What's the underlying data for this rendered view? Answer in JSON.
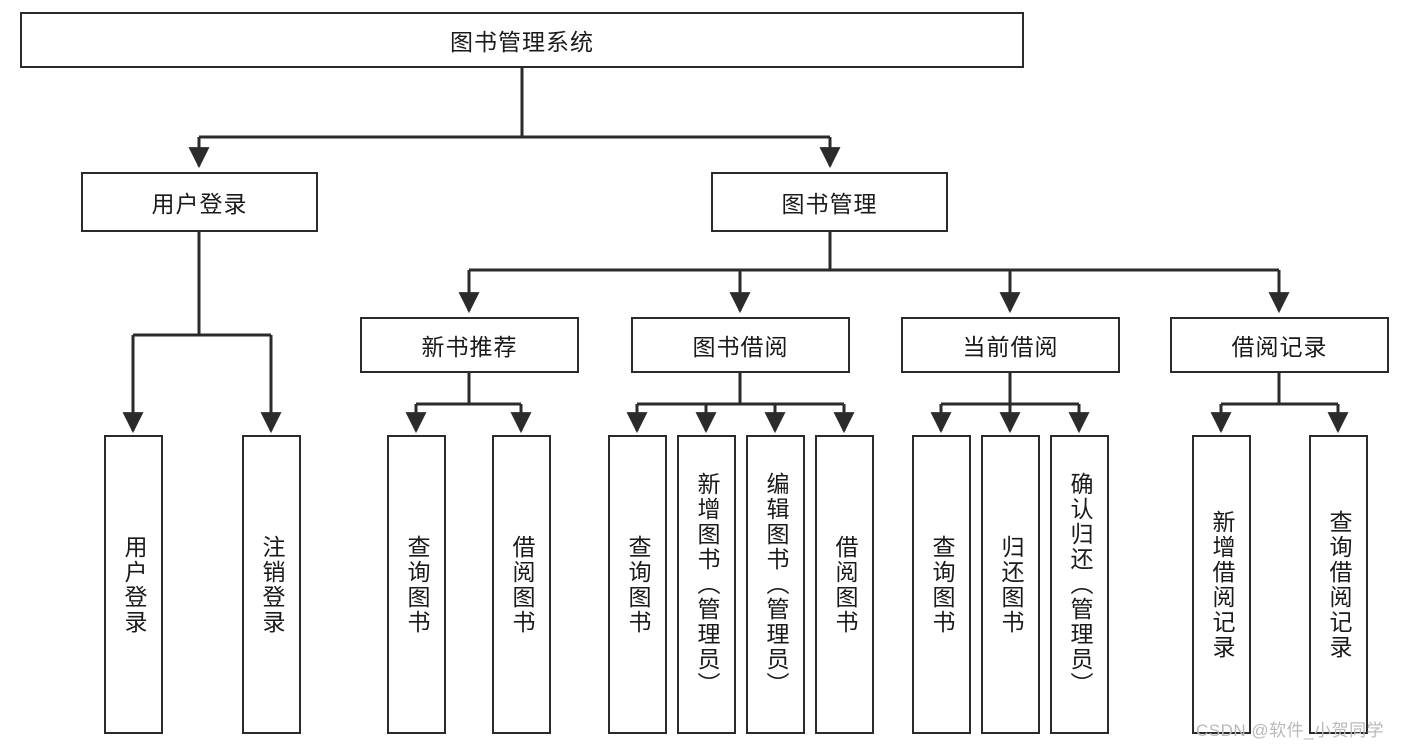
{
  "diagram": {
    "title": "图书管理系统",
    "type": "hierarchy-tree",
    "background_color": "#ffffff",
    "line_color": "#2b2b2b",
    "text_color": "#1a1a1a",
    "root": {
      "label": "图书管理系统"
    },
    "level2": [
      {
        "label": "用户登录"
      },
      {
        "label": "图书管理"
      }
    ],
    "level3": [
      {
        "label": "新书推荐"
      },
      {
        "label": "图书借阅"
      },
      {
        "label": "当前借阅"
      },
      {
        "label": "借阅记录"
      }
    ],
    "leaves": {
      "user_login": [
        {
          "label": "用户登录"
        },
        {
          "label": "注销登录"
        }
      ],
      "new_book_recommend": [
        {
          "label": "查询图书"
        },
        {
          "label": "借阅图书"
        }
      ],
      "book_borrow": [
        {
          "label": "查询图书"
        },
        {
          "label": "新增图书（管理员）"
        },
        {
          "label": "编辑图书（管理员）"
        },
        {
          "label": "借阅图书"
        }
      ],
      "current_borrow": [
        {
          "label": "查询图书"
        },
        {
          "label": "归还图书"
        },
        {
          "label": "确认归还（管理员）"
        }
      ],
      "borrow_record": [
        {
          "label": "新增借阅记录"
        },
        {
          "label": "查询借阅记录"
        }
      ]
    }
  },
  "watermark": {
    "text": "CSDN @软件_小贺同学",
    "color": "#b9b9b9"
  }
}
